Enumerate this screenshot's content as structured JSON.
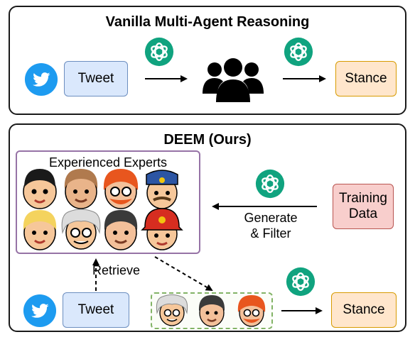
{
  "top_panel": {
    "title": "Vanilla Multi-Agent Reasoning",
    "input_label": "Tweet",
    "output_label": "Stance"
  },
  "bottom_panel": {
    "title": "DEEM (Ours)",
    "experts_title": "Experienced Experts",
    "training_label": "Training\nData",
    "generate_label": "Generate\n& Filter",
    "retrieve_label": "Retrieve",
    "input_label": "Tweet",
    "output_label": "Stance"
  },
  "icons": [
    "twitter-bird-icon",
    "openai-logo-icon",
    "group-of-people-icon",
    "expert-avatar-icon"
  ],
  "colors": {
    "tweet_fill": "#dae8fc",
    "tweet_border": "#6c8ebf",
    "stance_fill": "#ffe6cc",
    "stance_border": "#d79b00",
    "training_fill": "#f8cecc",
    "training_border": "#b85450",
    "experts_border": "#9673a6",
    "selected_border": "#82b366",
    "openai_green": "#10a37f",
    "twitter_blue": "#1d9bf0"
  }
}
